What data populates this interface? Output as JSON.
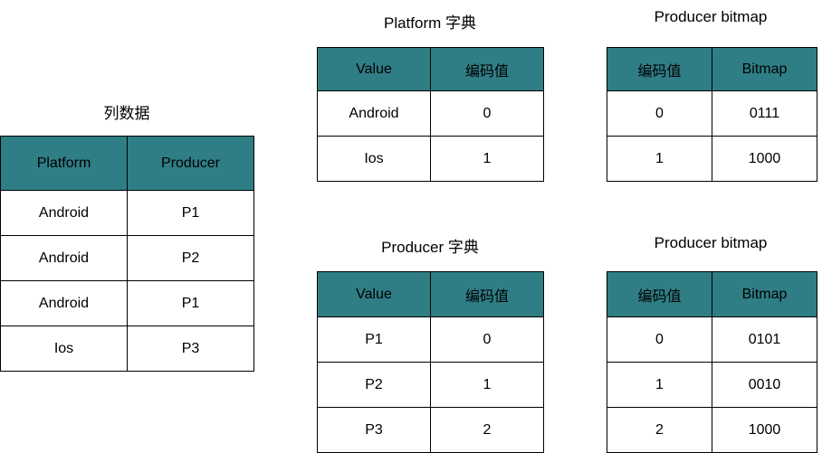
{
  "column_data": {
    "title": "列数据",
    "headers": [
      "Platform",
      "Producer"
    ],
    "rows": [
      [
        "Android",
        "P1"
      ],
      [
        "Android",
        "P2"
      ],
      [
        "Android",
        "P1"
      ],
      [
        "Ios",
        "P3"
      ]
    ]
  },
  "platform_dict": {
    "title": "Platform 字典",
    "headers": [
      "Value",
      "编码值"
    ],
    "rows": [
      [
        "Android",
        "0"
      ],
      [
        "Ios",
        "1"
      ]
    ]
  },
  "platform_bitmap": {
    "title": "Producer bitmap",
    "headers": [
      "编码值",
      "Bitmap"
    ],
    "rows": [
      [
        "0",
        "0111"
      ],
      [
        "1",
        "1000"
      ]
    ]
  },
  "producer_dict": {
    "title": "Producer 字典",
    "headers": [
      "Value",
      "编码值"
    ],
    "rows": [
      [
        "P1",
        "0"
      ],
      [
        "P2",
        "1"
      ],
      [
        "P3",
        "2"
      ]
    ]
  },
  "producer_bitmap": {
    "title": "Producer bitmap",
    "headers": [
      "编码值",
      "Bitmap"
    ],
    "rows": [
      [
        "0",
        "0101"
      ],
      [
        "1",
        "0010"
      ],
      [
        "2",
        "1000"
      ]
    ]
  },
  "colors": {
    "header_fill": "#2f7d85",
    "cell_fill": "#ffffff",
    "border": "#000000"
  }
}
